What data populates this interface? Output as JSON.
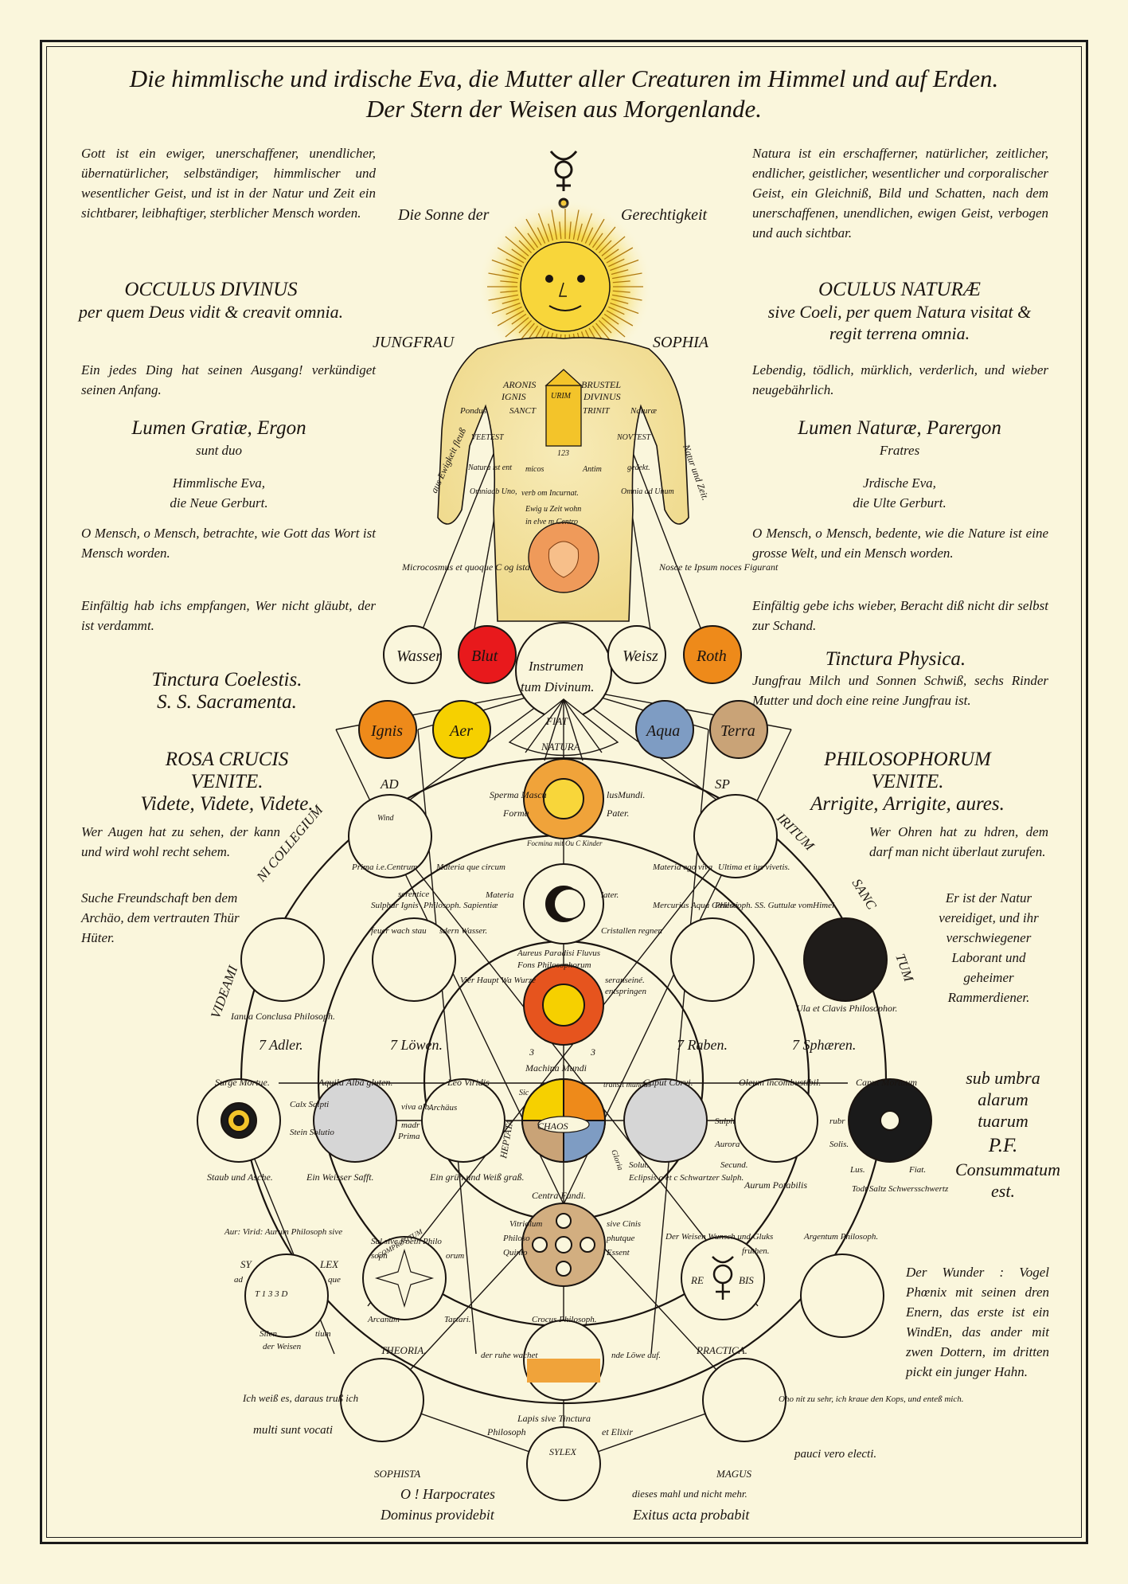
{
  "title": {
    "line1": "Die himmlische und irdische Eva, die Mutter aller Creaturen im Himmel und auf Erden.",
    "line2": "Der Stern der Weisen aus Morgenlande."
  },
  "left": {
    "intro": "Gott ist ein ewiger, unerschaffener, unendlicher, übernatürlicher, selbständiger, himmlischer und wesentlicher Geist, und ist in der Natur und Zeit ein sichtbarer, leibhaftiger, sterblicher Mensch worden.",
    "oculus_title": "OCCULUS DIVINUS",
    "oculus_sub": "per quem Deus vidit & creavit omnia.",
    "ding": "Ein jedes Ding hat seinen Ausgang! verkündiget seinen Anfang.",
    "lumen": "Lumen Gratiæ, Ergon",
    "lumen_sub": "sunt duo",
    "eva": "Himmlische Eva,",
    "eva_sub": "die Neue Gerburt.",
    "mensch": "O Mensch, o Mensch, betrachte, wie Gott das Wort ist Mensch worden.",
    "einfaltig": "Einfältig hab ichs empfangen, Wer nicht gläubt, der ist verdammt.",
    "tinctura": "Tinctura Coelestis.",
    "tinctura_sub": "S. S. Sacramenta.",
    "rosa": "ROSA CRUCIS",
    "rosa_2": "VENITE.",
    "rosa_3": "Videte, Videte, Videte.",
    "augen": "Wer Augen hat zu sehen, der kann und wird wohl recht sehem.",
    "suche": "Suche Freundschaft ben dem Archäo, dem vertrauten Thür Hüter."
  },
  "right": {
    "intro": "Natura ist ein erschafferner, natürlicher, zeitlicher, endlicher, geistlicher, wesentlicher und corporalischer Geist, ein Gleichniß, Bild und Schatten, nach dem unerschaffenen, unendlichen, ewigen Geist, verbogen und auch sichtbar.",
    "oculus_title": "OCULUS NATURÆ",
    "oculus_sub": "sive Coeli, per quem Natura visitat & regit terrena omnia.",
    "lebendig": "Lebendig, tödlich, mürklich, verderlich, und wieber neugebährlich.",
    "lumen": "Lumen Naturæ, Parergon",
    "lumen_sub": "Fratres",
    "eva": "Jrdische Eva,",
    "eva_sub": "die Ulte Gerburt.",
    "mensch": "O Mensch, o Mensch, bedente, wie die Nature ist eine grosse Welt, und ein Mensch worden.",
    "einfaltig": "Einfältig gebe ichs wieber, Beracht diß nicht dir selbst zur Schand.",
    "tinctura": "Tinctura Physica.",
    "jungfrau": "Jungfrau Milch und Sonnen Schwiß, sechs Rinder Mutter und doch eine reine Jungfrau ist.",
    "philo": "PHILOSOPHORUM",
    "philo_2": "VENITE.",
    "philo_3": "Arrigite, Arrigite, aures.",
    "ohren": "Wer Ohren hat zu hdren, dem darf man nicht überlaut zurufen.",
    "natur": "Er ist der Natur vereidiget, und ihr verschwiegener Laborant und geheimer Rammerdiener.",
    "umbra": "sub umbra alarum tuarum",
    "pf": "P.F.",
    "consummatum": "Consummatum est.",
    "phoenix": "Der Wunder : Vogel Phœnix mit seinen dren Enern, das erste ist ein WindEn, das ander mit zwen Dottern, im dritten pickt ein junger Hahn."
  },
  "figure": {
    "sonne": "Die Sonne der",
    "gerecht": "Gerechtigkeit",
    "jungfrau": "JUNGFRAU",
    "sophia": "SOPHIA",
    "aronis": "ARONIS",
    "brustel": "BRUSTEL",
    "ignis": "IGNIS",
    "divinus": "DIVINUS",
    "urim": "URIM",
    "pondus": "Pondus",
    "sanct": "SANCT",
    "trinit": "TRINIT",
    "naturae": "Naturæ",
    "veftest": "VEETEST",
    "novtest": "NOVTEST",
    "n123": "123",
    "natura_ist": "Natura ist ent",
    "micros": "micos",
    "antim": "Antim",
    "gedekt": "gedekt.",
    "omniaab": "Omniaab Uno,",
    "verb": "verb om Incurnat.",
    "omnia_unum": "Omnia ad Unum",
    "ewig": "Ewig u Zeit wohn",
    "elve": "in elve m Centro",
    "micro_left": "Microcosmus et quoque C og ista",
    "nosce": "Nosce te Ipsum noces Figurant",
    "ewigkeit": "aus Ewigkeit fleuß",
    "natur_zeit": "Natur und Zeit."
  },
  "elements": {
    "wasser": "Wasser",
    "blut": "Blut",
    "instrumen": "Instrumen",
    "tum": "tum Divinum.",
    "weisz": "Weisz",
    "roth": "Roth",
    "ignis": "Ignis",
    "aer": "Aer",
    "aqua": "Aqua",
    "terra": "Terra",
    "fiat": "FIAT",
    "natura": "NATURA"
  },
  "colors": {
    "red": "#e8191c",
    "orange": "#ee8a1a",
    "yellow": "#f6d000",
    "blue": "#7e9cc3",
    "tan": "#c9a377",
    "grey": "#d6d6d6",
    "black": "#1a1a1a",
    "sun": "#f3c42a",
    "skin": "#f4e7b0"
  },
  "diagram": {
    "ad": "AD",
    "sp": "SP",
    "ni_collegium": "NI COLLEGIUM",
    "iritum": "IRITUM",
    "sanc": "SANC",
    "tum_lbl": "TUM",
    "videami": "VIDEAMI",
    "sperma": "Sperma Mascu",
    "lusmundi": "lusMundi.",
    "forma": "Forma",
    "pater": "Pater.",
    "foemina": "Focmina mit Ou C Kinder",
    "wind": "Wind",
    "prima": "Prima i.e.Centrum",
    "materia_q": "Materia que circum",
    "materia_e": "Materia ego viva",
    "ultima": "Ultima et ius vivetis.",
    "sulphur": "Sulphur Ignis",
    "philosoph_s": "Philosoph. Sapientiæ",
    "serentice": "serentice",
    "feuer": "feuer wach stau",
    "sdern": "sdern Wasser.",
    "materia": "Materia",
    "later": "later.",
    "mercurius": "Mercurius Aqua Cœlesti",
    "philosoph_g": "Philosoph. SS. Guttulæ vomHimel.",
    "crystallen": "Cristallen regnen",
    "vier": "Vier Haupt Wa Wurze",
    "aureus": "Aureus Paradisi Fluvus",
    "fons": "Fons Philosophorum",
    "seranseine": "seranseiné.",
    "entspringen": "entspringen",
    "ianua": "Ianua Conclusa Philosoph.",
    "ula": "Ula et Clavis Philosophor.",
    "adler": "7 Adler.",
    "lowen": "7 Löwen.",
    "raben": "7 Raben.",
    "spharen": "7 Sphæren.",
    "machina": "Machina Mundi",
    "three_a": "3",
    "three_b": "3",
    "surge": "Surge Mortue.",
    "aquila": "Aquila Alba gluten.",
    "leo": "Leo Viridis",
    "caput_c": "Caput Corvi.",
    "oleum": "Oleum incombustibil.",
    "caput_m": "Caput Mortuum",
    "calx": "Calx Salpti",
    "viva": "viva alb.",
    "stein": "Stein Solutio",
    "prima_m": "Prima",
    "madr": "madr",
    "archaus": "Archäus",
    "chaos": "CHAOS",
    "sulph": "Sulph",
    "aurora": "Aurora",
    "rubr": "rubr",
    "solis": "Solis.",
    "staub": "Staub und Asche.",
    "weisser": "Ein Weisser Safft.",
    "grun": "Ein grün und Weiß graß.",
    "eclipsis": "Eclipsis o et c Schwartzer Sulph.",
    "solut": "Solut.",
    "secund": "Secund.",
    "aurum_p": "Aurum Potabilis",
    "lus": "Lus.",
    "fiat": "Fiat.",
    "todt": "Todt Saltz Schwersschwertz",
    "sic": "Sic",
    "transit": "transit mundus",
    "heptata": "HEPTATA",
    "gloria": "Gloria",
    "centra": "Centra Fundi.",
    "aur_virid": "Aur: Virid: Aurum Philosoph sive",
    "sy": "SY",
    "lex": "LEX",
    "ad2": "ad",
    "que": "que",
    "sal": "Sal sive Foeth Philo",
    "soph": "soph",
    "orum": "orum",
    "vitriolum": "Vitriolum",
    "philoso": "Philoso",
    "quinto": "Quinto",
    "cinis": "sive Cinis",
    "phutque": "phutque",
    "essent": "Essent",
    "der_weisen": "Der Weisen Wunsch und Gluks",
    "fruthen": "fruthen.",
    "argentum": "Argentum Philosoph.",
    "re": "RE",
    "bis": "BIS",
    "arcanum": "Arcanum",
    "tartari": "Tartari.",
    "silen": "Silen",
    "tium": "tium",
    "der_weisen2": "der Weisen",
    "crocus": "Crocus Philosoph.",
    "der_ruhe": "der ruhe wachet",
    "lowe": "nde Löwe auf.",
    "theoria": "THEORIA.",
    "practica": "PRACTICA.",
    "ich_weiss": "Ich weiß es, daraus truß ich",
    "multi": "multi sunt vocati",
    "oho": "Oho nit zu sehr, ich kraue den Kops, und enteß mich.",
    "pauci": "pauci vero electi.",
    "lapis": "Lapis sive Tinctura",
    "philosoph_l": "Philosoph",
    "elixir": "et Elixir",
    "sylex": "SYLEX",
    "sophista": "SOPHISTA",
    "magus": "MAGUS",
    "harpocrates": "O ! Harpocrates",
    "dominus": "Dominus providebit",
    "dieses": "dieses mahl und nicht mehr.",
    "exitus": "Exitus acta probabit",
    "comprosi": "COMPROSITUM",
    "t13": "T 1 3 3 D"
  }
}
